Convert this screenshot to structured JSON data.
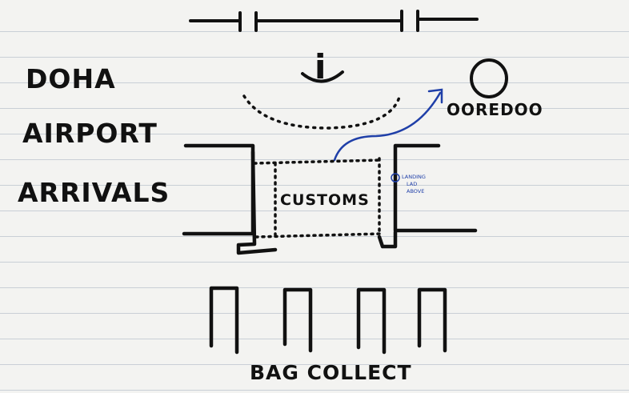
{
  "title_lines": [
    "DOHA",
    "AIRPORT",
    "ARRIVALS"
  ],
  "labels": {
    "info_symbol": "i",
    "customs": "CUSTOMS",
    "ooredoo": "OOREDOO",
    "landing_lines": [
      "LANDING",
      "LAD",
      "ABOVE"
    ],
    "bag_collect": "BAG COLLECT"
  },
  "colors": {
    "ink": "#111111",
    "blue_ink": "#1f3fa8",
    "paper": "#f3f3f1",
    "rule_line": "#c9cfd6"
  }
}
